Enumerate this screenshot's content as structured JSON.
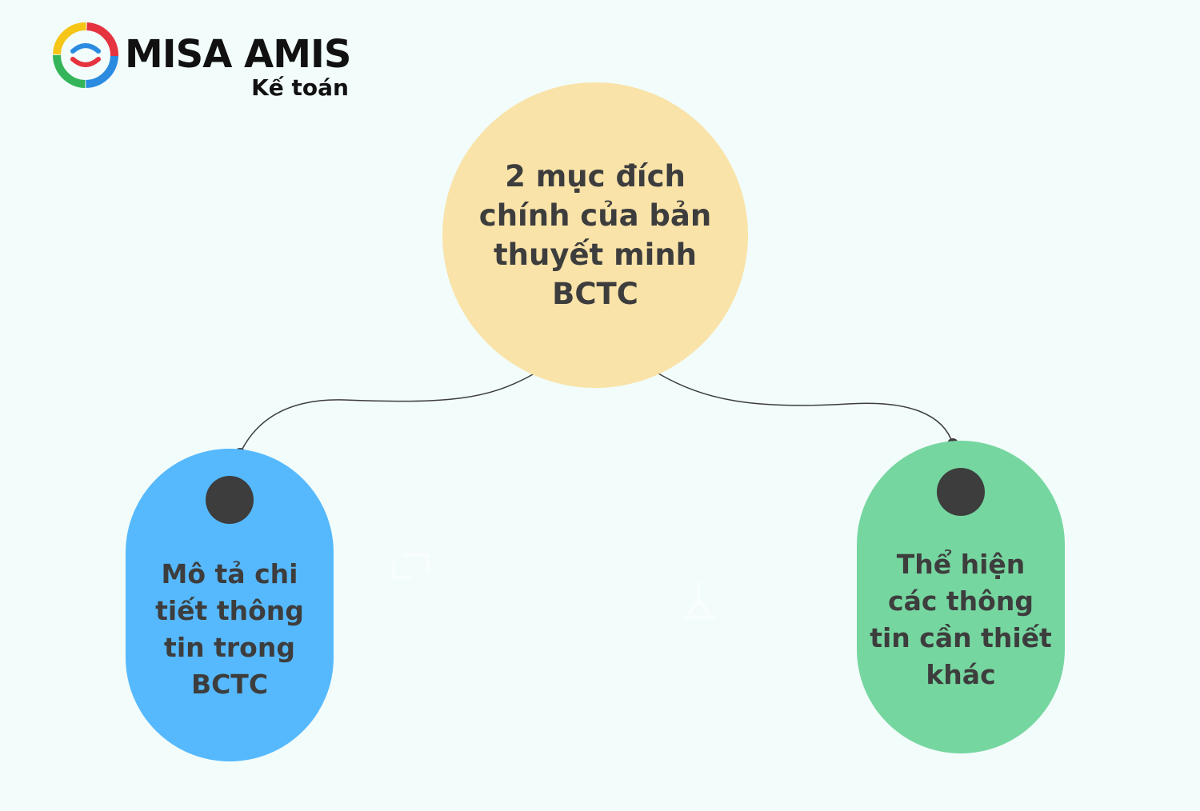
{
  "logo": {
    "brand": "MISA AMIS",
    "subtitle": "Kế toán",
    "colors": [
      "#2a8be0",
      "#34b55a",
      "#f5c518",
      "#e5343f"
    ]
  },
  "diagram": {
    "center": {
      "text": "2 mục đích chính của bản thuyết minh BCTC",
      "color": "#f9e3a8"
    },
    "nodes": [
      {
        "id": "left",
        "text": "Mô tả chi tiết thông tin trong BCTC",
        "color": "#56b9fd"
      },
      {
        "id": "right",
        "text": "Thể hiện các thông tin cần thiết khác",
        "color": "#76d6a0"
      }
    ],
    "edges": [
      {
        "from": "center",
        "to": "left"
      },
      {
        "from": "center",
        "to": "right"
      }
    ]
  },
  "colors": {
    "background": "#f2fcfb",
    "text": "#3d3d3d",
    "connector": "#3d3d3d"
  }
}
